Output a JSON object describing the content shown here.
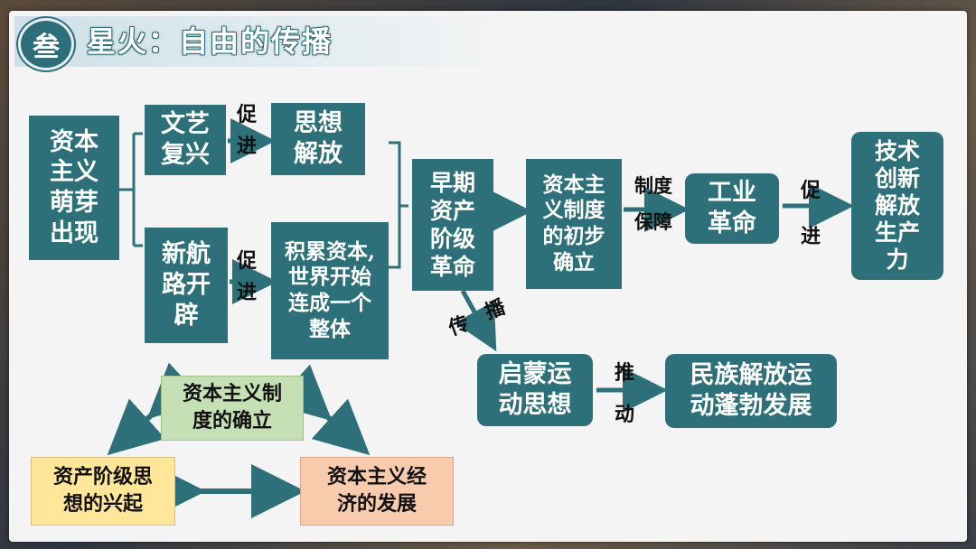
{
  "header": {
    "badge": "叁",
    "title": "星火：自由的传播"
  },
  "flow": {
    "capitalism_sprouts": "资本\n主义\n萌芽\n出现",
    "renaissance": "文艺\n复兴",
    "promote_1": "促\n进",
    "thought_liberation": "思想\n解放",
    "new_routes": "新航\n路开\n辟",
    "promote_2": "促\n进",
    "accumulate_capital": "积累资本,\n世界开始\n连成一个\n整体",
    "early_bourgeois_revolution": "早期\n资产\n阶级\n革命",
    "capitalist_system": "资本主\n义制度\n的初步\n确立",
    "system_guarantee": "制度\n保障",
    "industrial_revolution": "工业\n革命",
    "promote_3": "促\n进",
    "tech_innovation": "技术\n创新\n解放\n生产\n力",
    "spread_label_1": "传",
    "spread_label_2": "播",
    "enlightenment": "启蒙运\n动思想",
    "push": "推\n动",
    "national_liberation": "民族解放运\n动蓬勃发展"
  },
  "cycle": {
    "system_established": "资本主义制\n度的确立",
    "bourgeois_thought": "资产阶级思\n想的兴起",
    "economy_development": "资本主义经\n济的发展"
  },
  "colors": {
    "teal": "#2e707a",
    "green_box": "#c5e0b4",
    "yellow_box": "#ffe699",
    "orange_box": "#f8cbad"
  }
}
